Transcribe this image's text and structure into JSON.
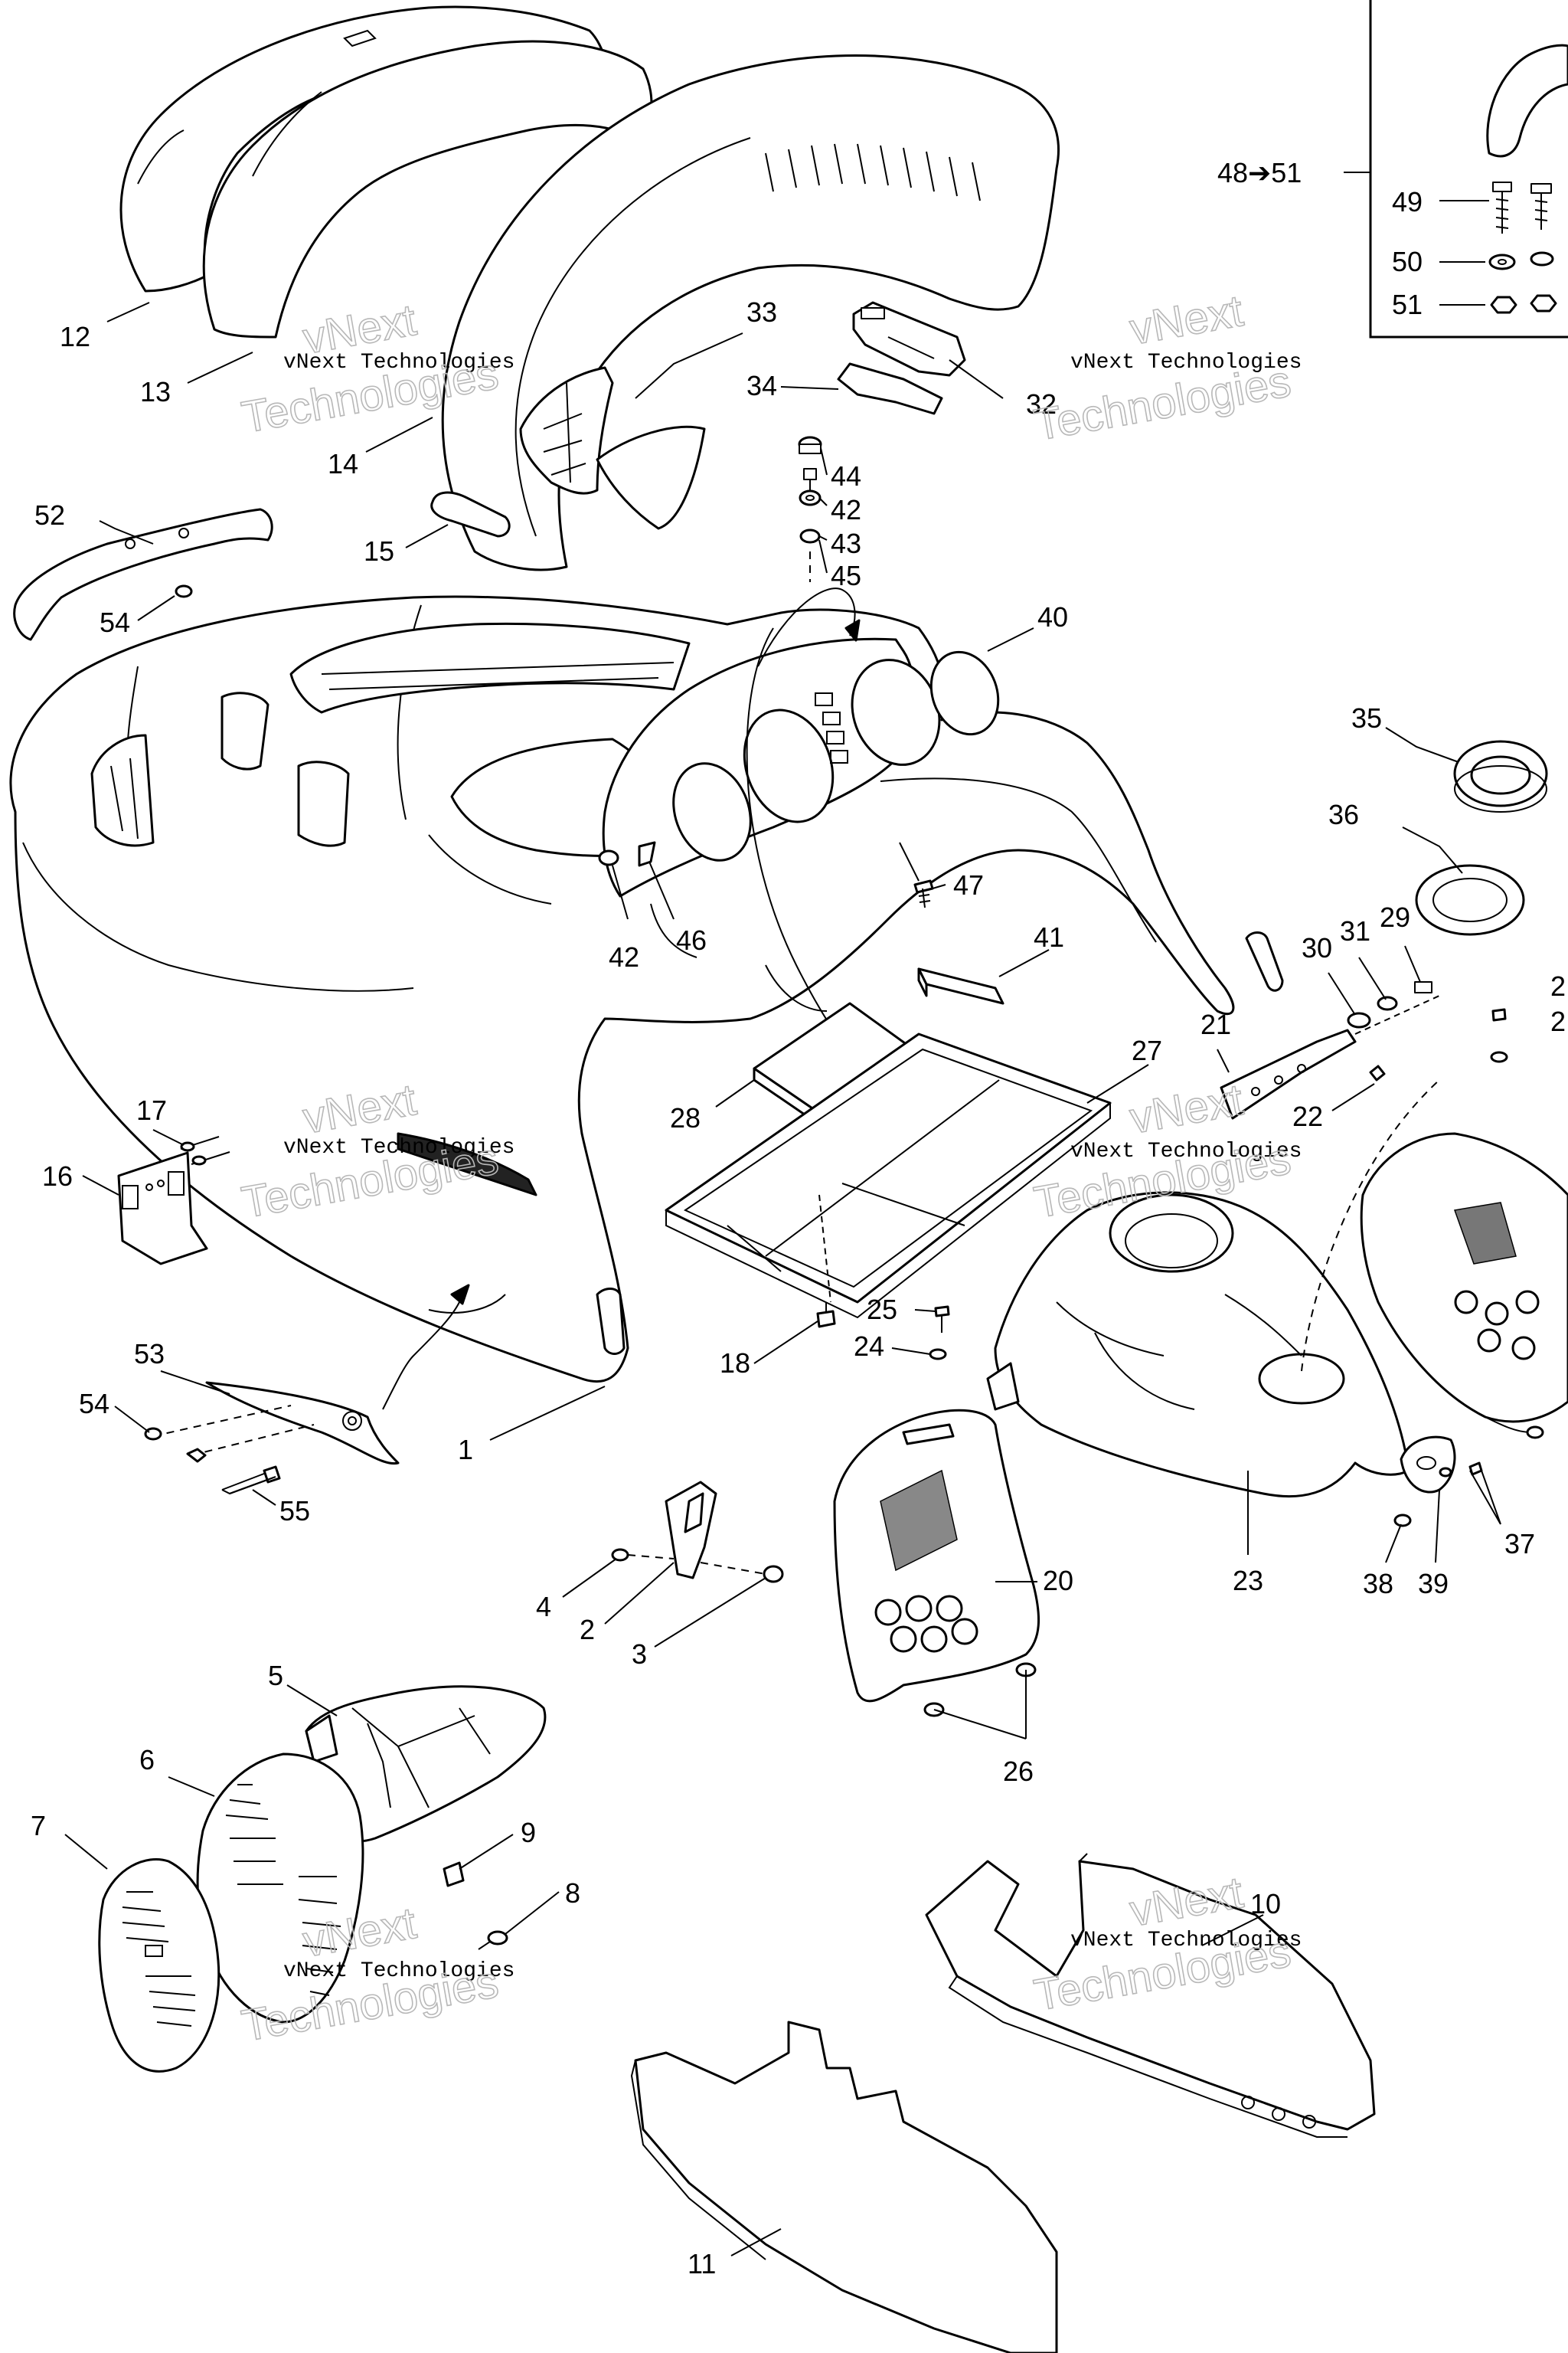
{
  "diagram": {
    "watermark": {
      "line1": "vNext Technologies",
      "line2_top": "vNext",
      "line2_bottom": "Technologies"
    },
    "callouts": [
      {
        "id": "c1",
        "label": "1"
      },
      {
        "id": "c2",
        "label": "2"
      },
      {
        "id": "c3",
        "label": "3"
      },
      {
        "id": "c4",
        "label": "4"
      },
      {
        "id": "c5",
        "label": "5"
      },
      {
        "id": "c6",
        "label": "6"
      },
      {
        "id": "c7",
        "label": "7"
      },
      {
        "id": "c8",
        "label": "8"
      },
      {
        "id": "c9",
        "label": "9"
      },
      {
        "id": "c10",
        "label": "10"
      },
      {
        "id": "c11",
        "label": "11"
      },
      {
        "id": "c12",
        "label": "12"
      },
      {
        "id": "c13",
        "label": "13"
      },
      {
        "id": "c14",
        "label": "14"
      },
      {
        "id": "c15",
        "label": "15"
      },
      {
        "id": "c16",
        "label": "16"
      },
      {
        "id": "c17",
        "label": "17"
      },
      {
        "id": "c18",
        "label": "18"
      },
      {
        "id": "c20",
        "label": "20"
      },
      {
        "id": "c21",
        "label": "21"
      },
      {
        "id": "c22",
        "label": "22"
      },
      {
        "id": "c23",
        "label": "23"
      },
      {
        "id": "c24",
        "label": "24"
      },
      {
        "id": "c25",
        "label": "25"
      },
      {
        "id": "c26",
        "label": "26"
      },
      {
        "id": "c27",
        "label": "27"
      },
      {
        "id": "c28",
        "label": "28"
      },
      {
        "id": "c29",
        "label": "29"
      },
      {
        "id": "c30",
        "label": "30"
      },
      {
        "id": "c31",
        "label": "31"
      },
      {
        "id": "c32",
        "label": "32"
      },
      {
        "id": "c33",
        "label": "33"
      },
      {
        "id": "c34",
        "label": "34"
      },
      {
        "id": "c35",
        "label": "35"
      },
      {
        "id": "c36",
        "label": "36"
      },
      {
        "id": "c37",
        "label": "37"
      },
      {
        "id": "c38",
        "label": "38"
      },
      {
        "id": "c39",
        "label": "39"
      },
      {
        "id": "c40",
        "label": "40"
      },
      {
        "id": "c41",
        "label": "41"
      },
      {
        "id": "c42a",
        "label": "42"
      },
      {
        "id": "c42b",
        "label": "42"
      },
      {
        "id": "c43",
        "label": "43"
      },
      {
        "id": "c44",
        "label": "44"
      },
      {
        "id": "c45",
        "label": "45"
      },
      {
        "id": "c46",
        "label": "46"
      },
      {
        "id": "c47",
        "label": "47"
      },
      {
        "id": "c4851",
        "label": "48➔51"
      },
      {
        "id": "c49",
        "label": "49"
      },
      {
        "id": "c50",
        "label": "50"
      },
      {
        "id": "c51",
        "label": "51"
      },
      {
        "id": "c52",
        "label": "52"
      },
      {
        "id": "c53",
        "label": "53"
      },
      {
        "id": "c54a",
        "label": "54"
      },
      {
        "id": "c54b",
        "label": "54"
      },
      {
        "id": "c55",
        "label": "55"
      },
      {
        "id": "c2edge1",
        "label": "2"
      },
      {
        "id": "c2edge2",
        "label": "2"
      }
    ],
    "colors": {
      "line": "#000000",
      "background": "#ffffff",
      "watermark": "#b8b8b8"
    }
  }
}
